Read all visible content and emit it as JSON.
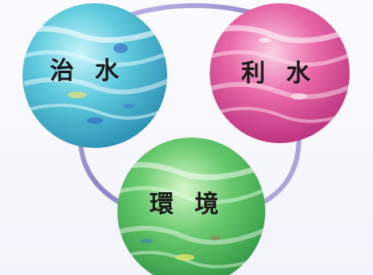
{
  "circles": [
    {
      "id": "flood-control",
      "chars": [
        "治",
        "水"
      ],
      "color": "#4cc3d6"
    },
    {
      "id": "water-use",
      "chars": [
        "利",
        "水"
      ],
      "color": "#e0589a"
    },
    {
      "id": "environment",
      "chars": [
        "環",
        "境"
      ],
      "color": "#58c060"
    }
  ],
  "ring_color": "#9a8fd0"
}
